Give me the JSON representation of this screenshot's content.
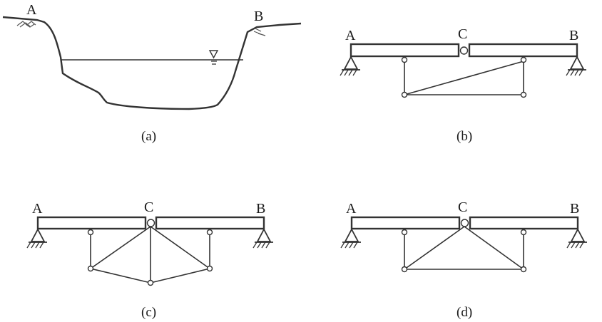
{
  "panels": {
    "a": {
      "caption": "(a)",
      "left_label": "A",
      "right_label": "B"
    },
    "b": {
      "caption": "(b)",
      "left_label": "A",
      "hinge_label": "C",
      "right_label": "B"
    },
    "c": {
      "caption": "(c)",
      "left_label": "A",
      "hinge_label": "C",
      "right_label": "B"
    },
    "d": {
      "caption": "(d)",
      "left_label": "A",
      "hinge_label": "C",
      "right_label": "B"
    }
  }
}
